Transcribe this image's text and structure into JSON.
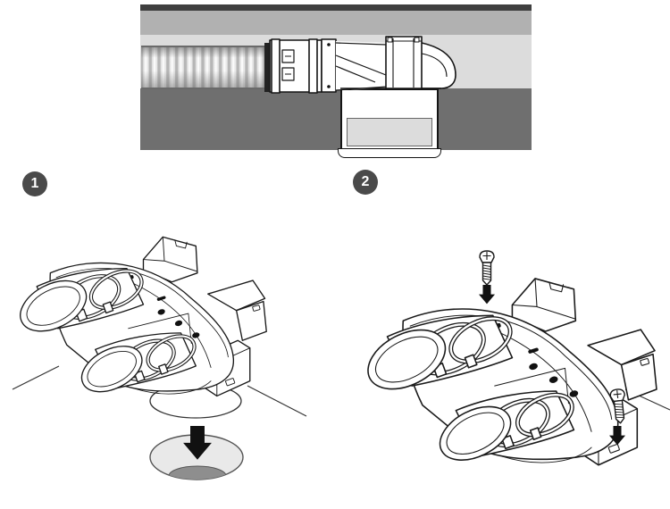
{
  "document": {
    "kind": "installation-instruction-diagram",
    "background": "#ffffff",
    "visible_text": [
      "1",
      "2"
    ]
  },
  "overview_section": {
    "name": "installed-plenum-cross-section",
    "elements": [
      "flexible-corrugated-duct",
      "duct-coupler-with-clamps",
      "plenum-body",
      "ceiling-plenum-box",
      "ceiling-grille-flange"
    ],
    "colors": {
      "top_bar": "#3f3f3f",
      "upper_slab": "#b1b1b1",
      "cavity": "#dcdcdc",
      "lower_slab": "#6f6f6f",
      "plenum_inner_panel": "#dcdcdc",
      "line_art_stroke": "#1a1a1a",
      "line_art_fill": "#ffffff"
    }
  },
  "badge": {
    "background": "#4a4a4a",
    "text_color": "#ffffff"
  },
  "steps": [
    {
      "number": "1",
      "figure": "dual-spigot-plenum-over-ceiling-hole",
      "icons": [
        "dual-spigot-plenum",
        "down-arrow-icon",
        "ceiling-hole"
      ],
      "hole_colors": {
        "fill": "#e9e9e9",
        "shadow": "#8e8e8e",
        "outline": "#555555"
      }
    },
    {
      "number": "2",
      "figure": "dual-spigot-plenum-fastened-with-screws",
      "icons": [
        "dual-spigot-plenum",
        "screw-icon",
        "down-arrow-icon",
        "screw-icon",
        "down-arrow-icon"
      ]
    }
  ]
}
